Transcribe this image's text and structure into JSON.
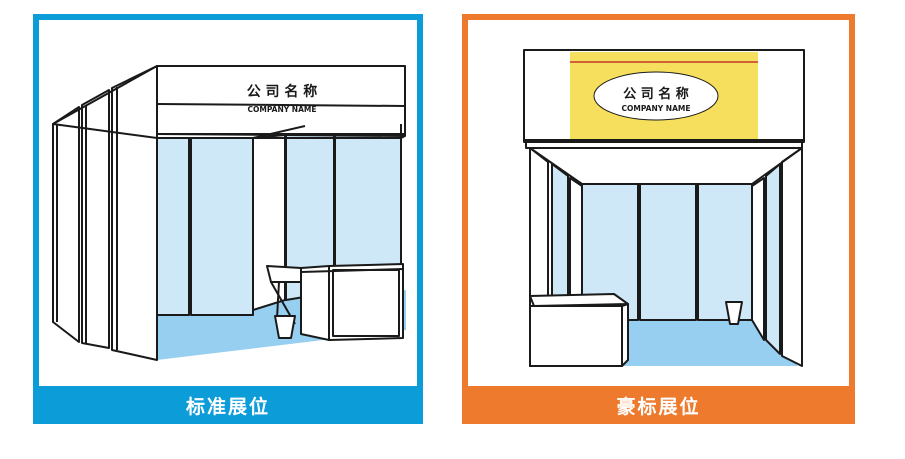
{
  "standard_booth": {
    "label": "标准展位",
    "sign_cn": "公 司 名 称",
    "sign_en": "COMPANY NAME",
    "accent_color": "#0c9cd8"
  },
  "luxury_booth": {
    "label": "豪标展位",
    "sign_cn": "公 司 名 称",
    "sign_en": "COMPANY NAME",
    "accent_color": "#ee7a2e"
  },
  "colors": {
    "glass": "#cfe8f8",
    "floor": "#97cff0",
    "banner": "#f7df5e",
    "stroke": "#1a1a1a"
  }
}
